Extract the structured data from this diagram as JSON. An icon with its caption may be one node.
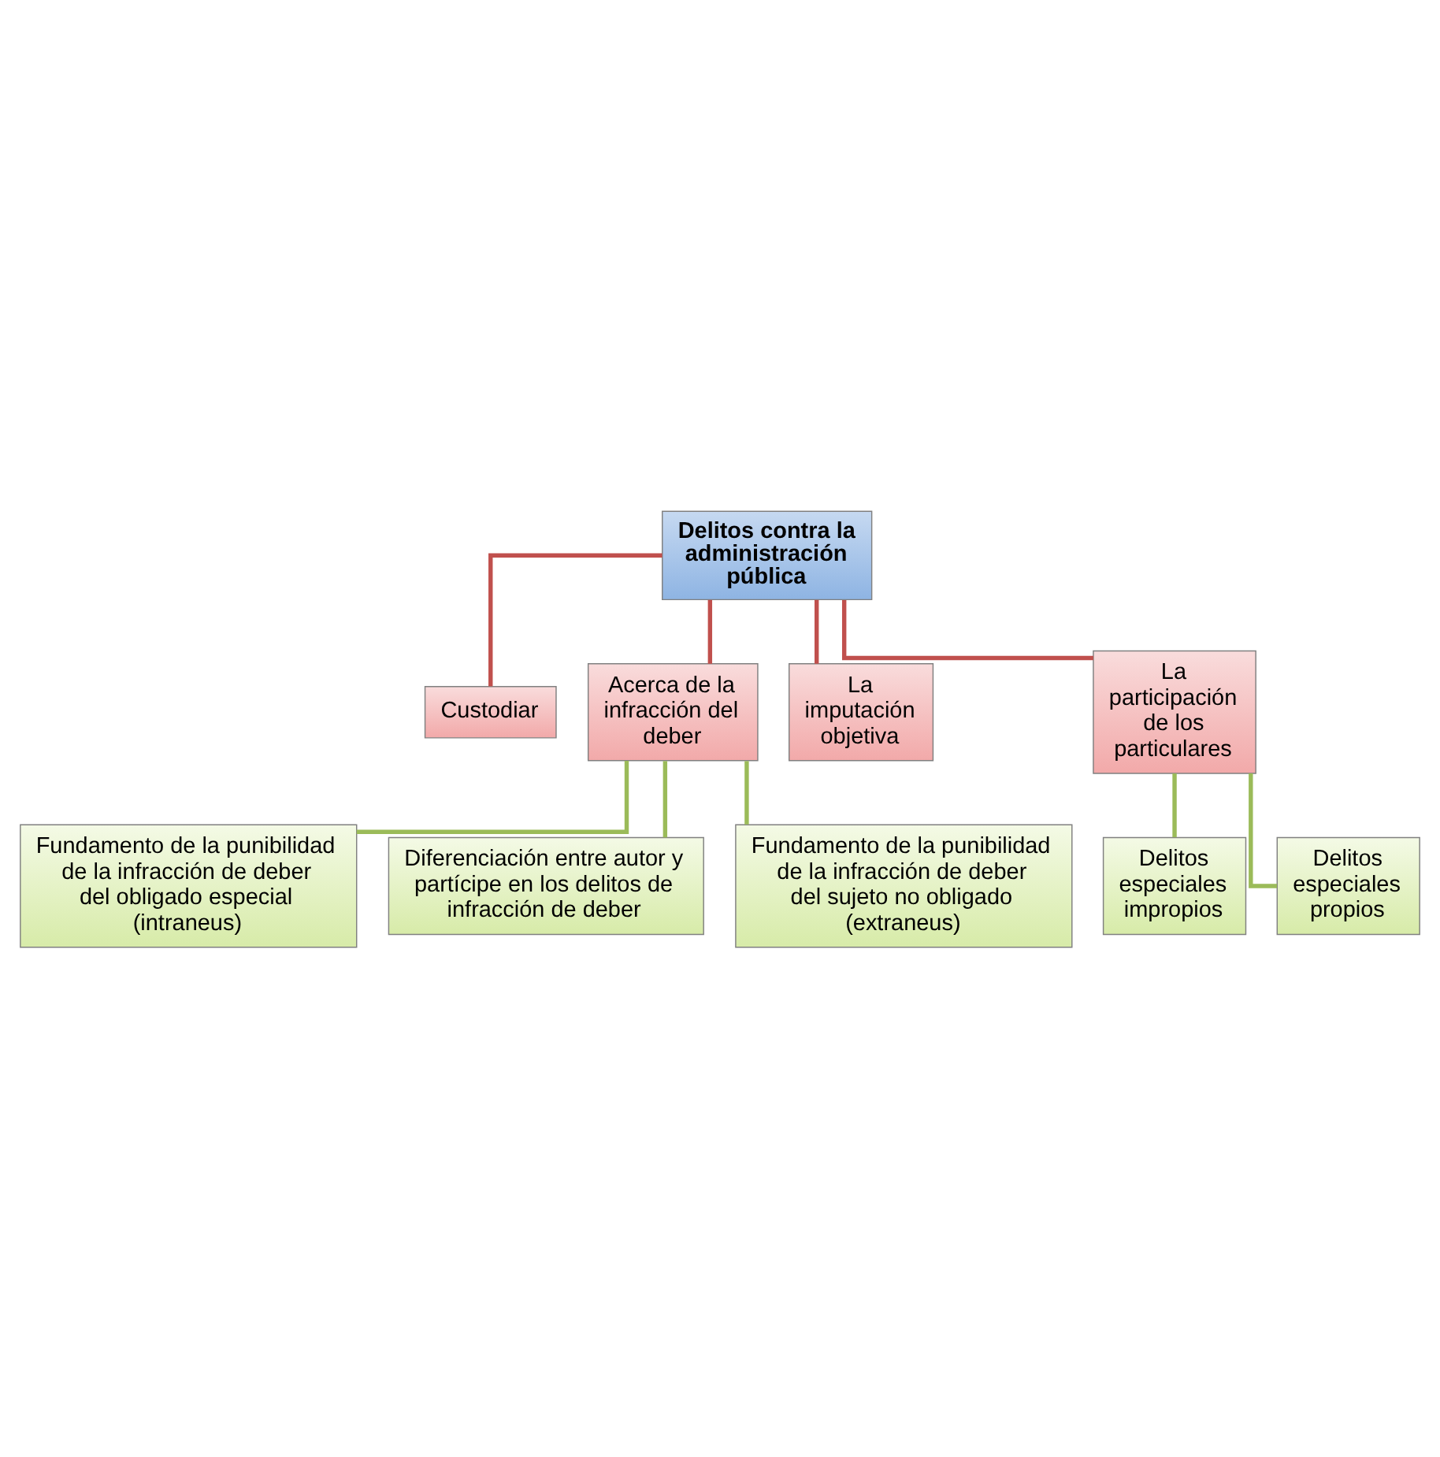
{
  "diagram": {
    "nodes": [
      {
        "text": [
          "Delitos contra la administración pública"
        ]
      },
      {
        "text": [
          "Custodiar"
        ]
      },
      {
        "text": [
          "Acerca de la infracción del deber"
        ]
      },
      {
        "text": [
          "La imputación objetiva"
        ]
      },
      {
        "text": [
          "La participación de los particulares"
        ]
      },
      {
        "text": [
          "Fundamento de la punibilidad de la infracción de deber del obligado especial (intraneus)"
        ]
      },
      {
        "text": [
          "Diferenciación entre autor y partícipe en los delitos de infracción de deber"
        ]
      },
      {
        "text": [
          "Fundamento de la punibilidad de la infracción de deber del sujeto no obligado (extraneus)"
        ]
      },
      {
        "text": [
          "Delitos especiales impropios"
        ]
      },
      {
        "text": [
          "Delitos especiales propios"
        ]
      }
    ],
    "edges": [
      {
        "from": 0,
        "to": 1,
        "arrow": "none",
        "color": "#c0504d"
      },
      {
        "from": 0,
        "to": 2,
        "arrow": "none",
        "color": "#c0504d"
      },
      {
        "from": 0,
        "to": 3,
        "arrow": "none",
        "color": "#c0504d"
      },
      {
        "from": 0,
        "to": 4,
        "arrow": "none",
        "color": "#c0504d"
      },
      {
        "from": 2,
        "to": 5,
        "arrow": "none"
      },
      {
        "from": 2,
        "to": 6,
        "arrow": "none"
      },
      {
        "from": 2,
        "to": 7,
        "arrow": "none"
      },
      {
        "from": 4,
        "to": 8,
        "arrow": "none"
      },
      {
        "from": 4,
        "to": 9,
        "arrow": "none"
      }
    ]
  }
}
